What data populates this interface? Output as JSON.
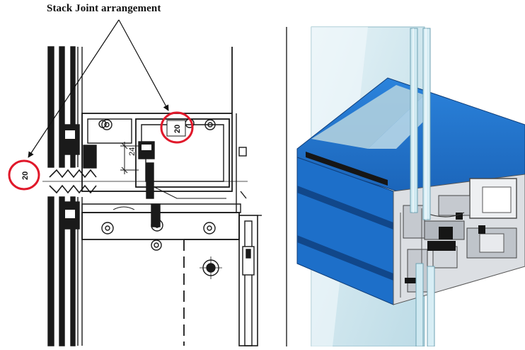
{
  "caption": "Stack Joint arrangement",
  "dimensions": {
    "left_joint": "20",
    "right_joint": "20",
    "gap": "24"
  },
  "colors": {
    "highlight_circle": "#e0182a",
    "profile_blue": "#1d6fc9",
    "profile_blue_dark": "#11478a",
    "glass": "#cfe6ee",
    "line": "#1a1a1a"
  }
}
